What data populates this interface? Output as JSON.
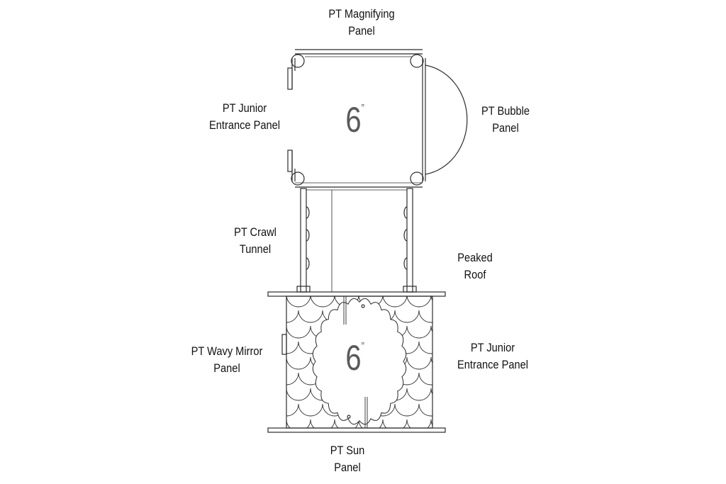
{
  "colors": {
    "line": "#2b2b2b",
    "dim": "#5a5a5a",
    "background": "#ffffff"
  },
  "labels": {
    "magnifying": [
      "PT Magnifying",
      "Panel"
    ],
    "junior_entrance_top": [
      "PT Junior",
      "Entrance Panel"
    ],
    "bubble": [
      "PT Bubble",
      "Panel"
    ],
    "crawl_tunnel": [
      "PT Crawl",
      "Tunnel"
    ],
    "peaked_roof": [
      "Peaked",
      "Roof"
    ],
    "wavy_mirror": [
      "PT Wavy Mirror",
      "Panel"
    ],
    "junior_entrance_bottom": [
      "PT Junior",
      "Entrance Panel"
    ],
    "sun": [
      "PT Sun",
      "Panel"
    ]
  },
  "dimensions": {
    "top": {
      "value": "6",
      "unit": "”"
    },
    "bottom": {
      "value": "6",
      "unit": "”"
    }
  }
}
